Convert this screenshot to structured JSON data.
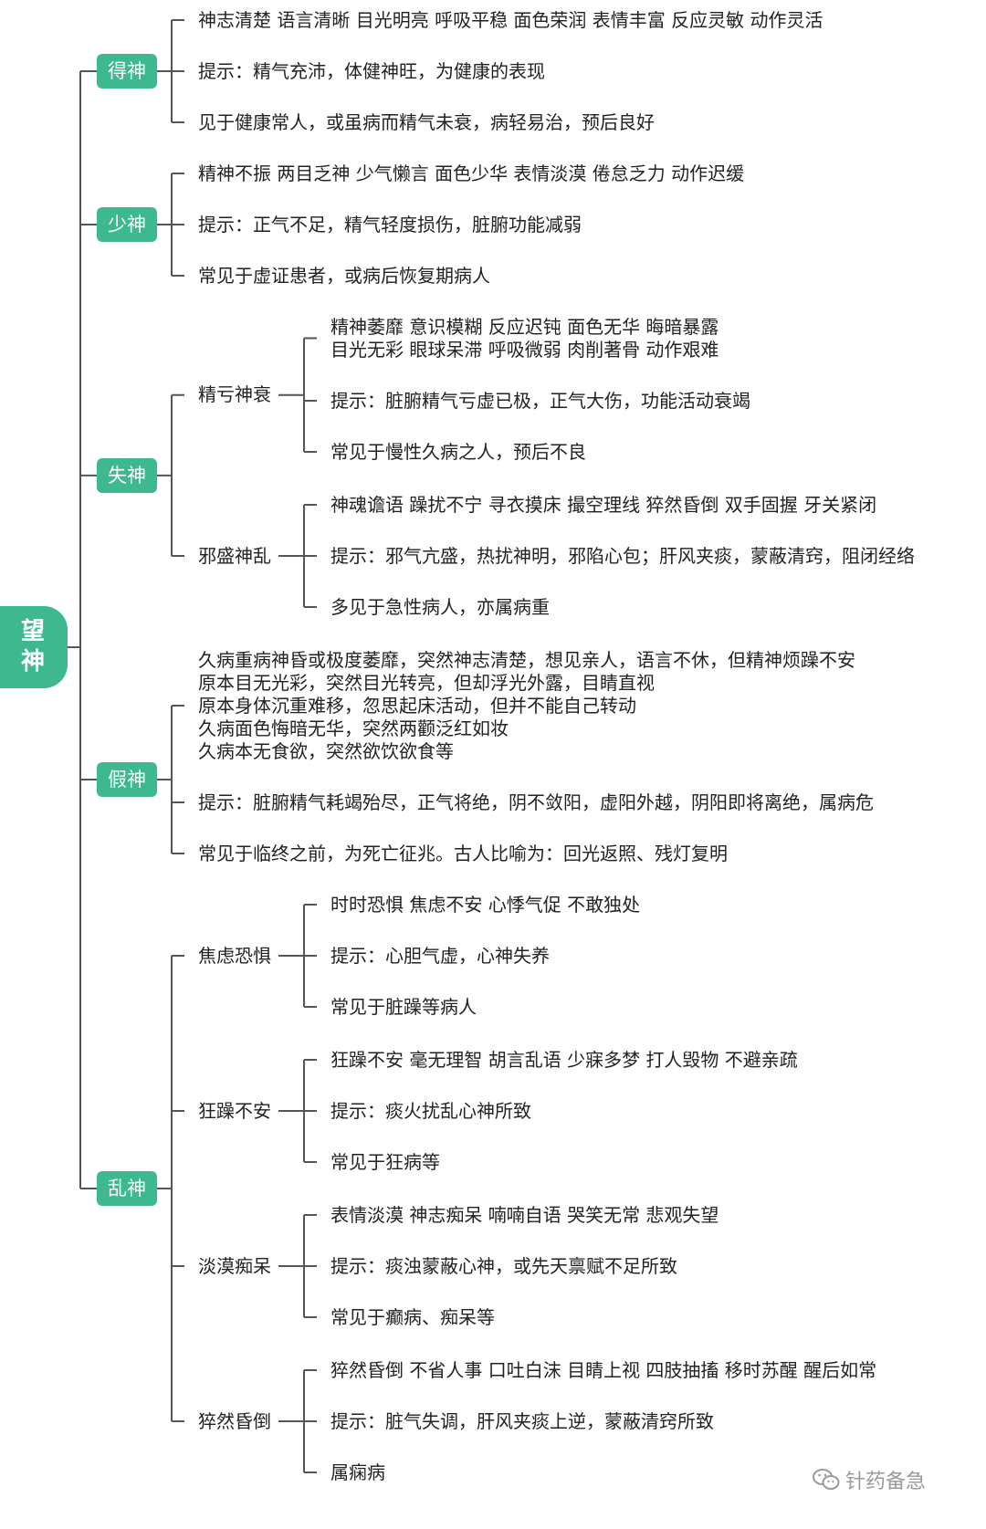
{
  "root": "望神",
  "accent": "#3DB88F",
  "line_color": "#555555",
  "categories": [
    {
      "label": "得神",
      "children": [
        {
          "text": "神志清楚 语言清晰 目光明亮 呼吸平稳 面色荣润 表情丰富 反应灵敏 动作灵活"
        },
        {
          "text": "提示：精气充沛，体健神旺，为健康的表现"
        },
        {
          "text": "见于健康常人，或虽病而精气未衰，病轻易治，预后良好"
        }
      ]
    },
    {
      "label": "少神",
      "children": [
        {
          "text": "精神不振 两目乏神 少气懒言 面色少华 表情淡漠 倦怠乏力 动作迟缓"
        },
        {
          "text": "提示：正气不足，精气轻度损伤，脏腑功能减弱"
        },
        {
          "text": "常见于虚证患者，或病后恢复期病人"
        }
      ]
    },
    {
      "label": "失神",
      "children": [
        {
          "text": "精亏神衰",
          "children": [
            {
              "text": "精神萎靡 意识模糊 反应迟钝 面色无华 晦暗暴露\n目光无彩 眼球呆滞 呼吸微弱 肉削著骨 动作艰难"
            },
            {
              "text": "提示：脏腑精气亏虚已极，正气大伤，功能活动衰竭"
            },
            {
              "text": "常见于慢性久病之人，预后不良"
            }
          ]
        },
        {
          "text": "邪盛神乱",
          "children": [
            {
              "text": "神魂谵语 躁扰不宁 寻衣摸床 撮空理线 猝然昏倒 双手固握 牙关紧闭"
            },
            {
              "text": "提示：邪气亢盛，热扰神明，邪陷心包；肝风夹痰，蒙蔽清窍，阻闭经络"
            },
            {
              "text": "多见于急性病人，亦属病重"
            }
          ]
        }
      ]
    },
    {
      "label": "假神",
      "children": [
        {
          "text": "久病重病神昏或极度萎靡，突然神志清楚，想见亲人，语言不休，但精神烦躁不安\n原本目无光彩，突然目光转亮，但却浮光外露，目睛直视\n原本身体沉重难移，忽思起床活动，但并不能自己转动\n久病面色悔暗无华，突然两颧泛红如妆\n久病本无食欲，突然欲饮欲食等"
        },
        {
          "text": "提示：脏腑精气耗竭殆尽，正气将绝，阴不敛阳，虚阳外越，阴阳即将离绝，属病危"
        },
        {
          "text": "常见于临终之前，为死亡征兆。古人比喻为：回光返照、残灯复明"
        }
      ]
    },
    {
      "label": "乱神",
      "children": [
        {
          "text": "焦虑恐惧",
          "children": [
            {
              "text": "时时恐惧 焦虑不安 心悸气促 不敢独处"
            },
            {
              "text": "提示：心胆气虚，心神失养"
            },
            {
              "text": "常见于脏躁等病人"
            }
          ]
        },
        {
          "text": "狂躁不安",
          "children": [
            {
              "text": "狂躁不安 毫无理智 胡言乱语 少寐多梦 打人毁物 不避亲疏"
            },
            {
              "text": "提示：痰火扰乱心神所致"
            },
            {
              "text": "常见于狂病等"
            }
          ]
        },
        {
          "text": "淡漠痴呆",
          "children": [
            {
              "text": "表情淡漠 神志痴呆 喃喃自语 哭笑无常 悲观失望"
            },
            {
              "text": "提示：痰浊蒙蔽心神，或先天禀赋不足所致"
            },
            {
              "text": "常见于癫病、痴呆等"
            }
          ]
        },
        {
          "text": "猝然昏倒",
          "children": [
            {
              "text": "猝然昏倒 不省人事 口吐白沫 目睛上视 四肢抽搐 移时苏醒 醒后如常"
            },
            {
              "text": "提示：脏气失调，肝风夹痰上逆，蒙蔽清窍所致"
            },
            {
              "text": "属痫病"
            }
          ]
        }
      ]
    }
  ],
  "watermark": "针药备急"
}
